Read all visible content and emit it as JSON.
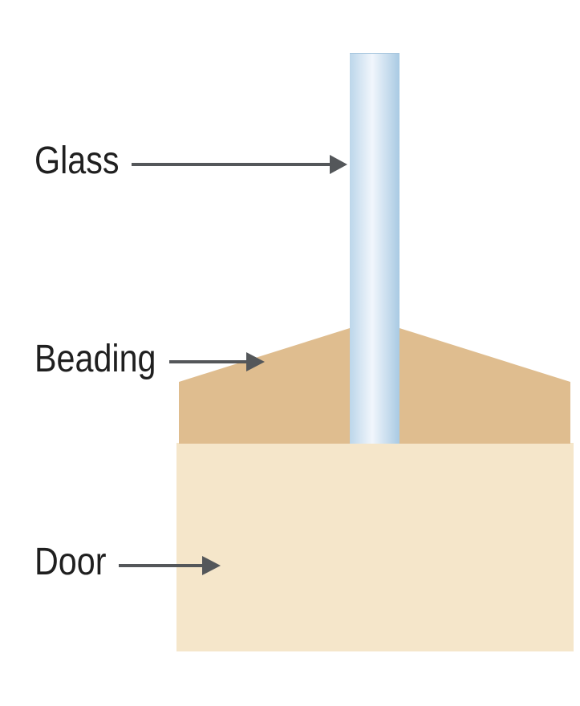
{
  "labels": {
    "glass": "Glass",
    "beading": "Beading",
    "door": "Door"
  },
  "colors": {
    "background": "#ffffff",
    "door_fill": "#f5e6ca",
    "beading_fill": "#dfbd8f",
    "glass_edge": "#b8d4e8",
    "glass_center": "#f0f5fb",
    "arrow": "#54575a",
    "label_text": "#1f1f1f"
  }
}
